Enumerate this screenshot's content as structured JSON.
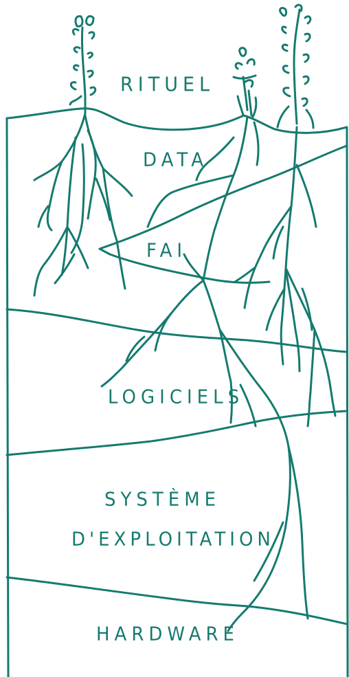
{
  "colors": {
    "ink": "#157a6e",
    "paper": "#ffffff"
  },
  "layers": {
    "rituel": "RITUEL",
    "data": "DATA",
    "fai": "FAI",
    "logiciels": "LOGICIELS",
    "systeme": "SYSTÈME",
    "exploitation": "D'EXPLOITATION",
    "hardware": "HARDWARE"
  }
}
